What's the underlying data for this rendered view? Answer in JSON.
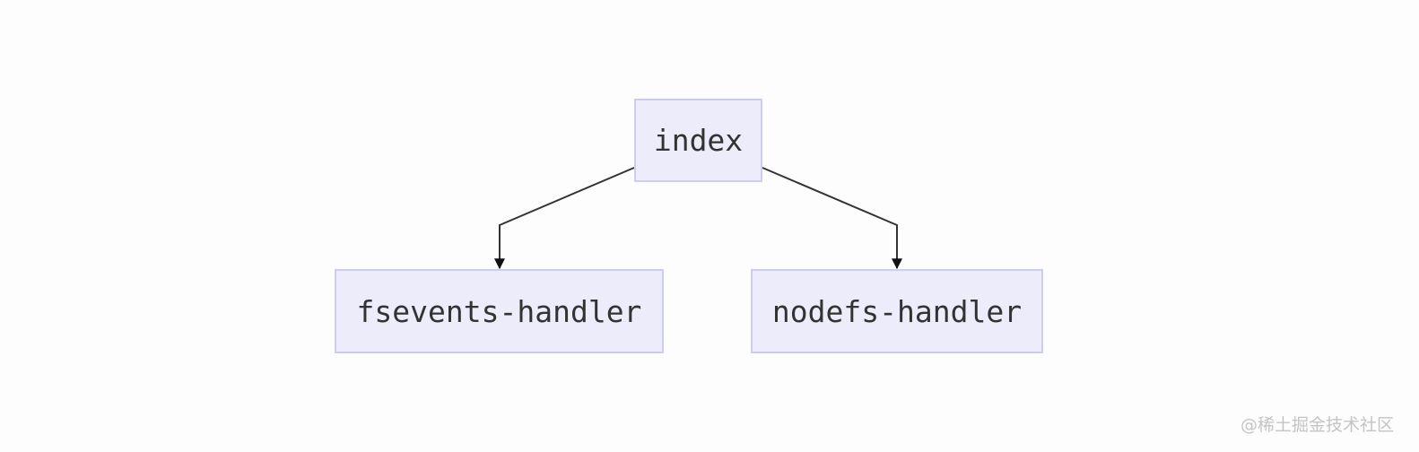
{
  "diagram": {
    "nodes": [
      {
        "id": "index",
        "label": "index"
      },
      {
        "id": "fsevents-handler",
        "label": "fsevents-handler"
      },
      {
        "id": "nodefs-handler",
        "label": "nodefs-handler"
      }
    ],
    "edges": [
      {
        "from": "index",
        "to": "fsevents-handler"
      },
      {
        "from": "index",
        "to": "nodefs-handler"
      }
    ],
    "colors": {
      "node_fill": "#ececfb",
      "node_border": "#cdcdf4",
      "edge": "#333333",
      "text": "#333333"
    }
  },
  "watermark": {
    "text": "@稀土掘金技术社区"
  }
}
